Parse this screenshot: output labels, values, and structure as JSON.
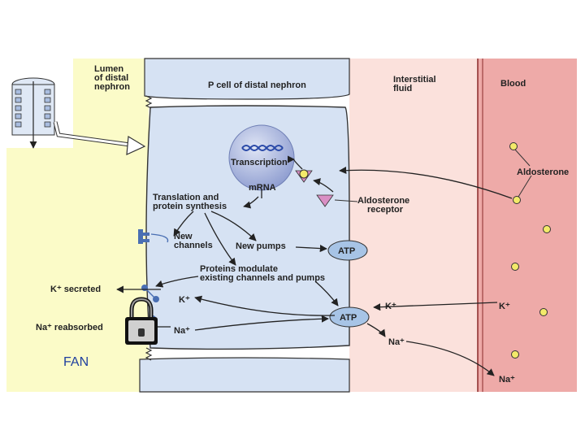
{
  "regions": {
    "lumen": "Lumen\nof distal\nnephron",
    "cell": "P cell of distal nephron",
    "interstitial": "Interstitial\nfluid",
    "blood": "Blood"
  },
  "labels": {
    "transcription": "Transcription",
    "mrna": "mRNA",
    "translation": "Translation and\nprotein synthesis",
    "new_channels": "New\nchannels",
    "new_pumps": "New pumps",
    "atp": "ATP",
    "modulate": "Proteins modulate\nexisting channels and pumps",
    "aldosterone": "Aldosterone",
    "receptor": "Aldosterone\nreceptor",
    "k_secreted": "K⁺ secreted",
    "na_reabsorbed": "Na⁺ reabsorbed",
    "k_ion": "K⁺",
    "na_ion": "Na⁺",
    "fan": "FAN"
  },
  "colors": {
    "lumen": "#fbfbc8",
    "cell": "#d6e2f3",
    "interstitial": "#fbe1dc",
    "blood": "#eeaaa8",
    "nucleus": "#9aa9d6",
    "pump": "#a7c4e6",
    "hormone": "#f3ea6a",
    "receptor": "#d98fc4",
    "channel": "#4a6fb3",
    "fan_text": "#1f3f9f"
  }
}
